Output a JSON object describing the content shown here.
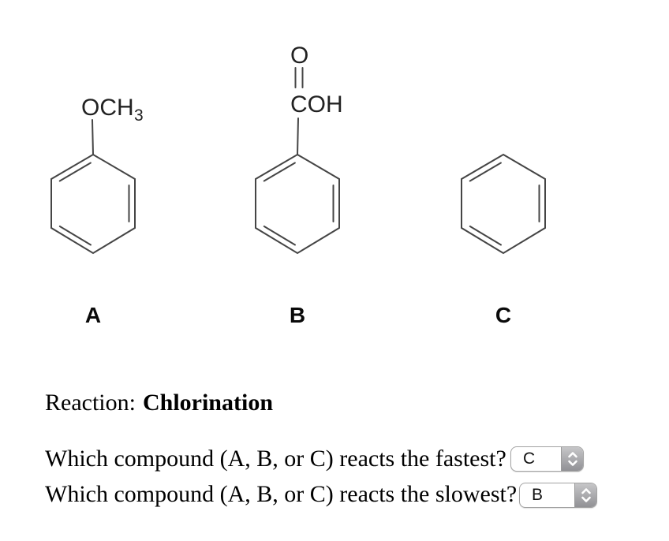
{
  "molecules": [
    {
      "id": "A",
      "label": "A",
      "name": "anisole",
      "substituent": {
        "main": "OCH",
        "sub": "3"
      }
    },
    {
      "id": "B",
      "label": "B",
      "name": "benzoic-acid",
      "carbonyl_oxygen": "O",
      "group": "COH"
    },
    {
      "id": "C",
      "label": "C",
      "name": "benzene"
    }
  ],
  "reaction": {
    "prefix": "Reaction:",
    "name": "Chlorination"
  },
  "questions": [
    {
      "text": "Which compound (A, B, or C) reacts the fastest?",
      "selected": "C"
    },
    {
      "text": "Which compound (A, B, or C) reacts the slowest?",
      "selected": "B"
    }
  ],
  "icons": {
    "select_stepper": "up-down-chevrons"
  },
  "colors": {
    "structure_line": "#454545",
    "chem_text": "#222222",
    "body_text": "#000000",
    "select_border": "#a3a3a3",
    "stepper_gradient_top": "#c6c6c8",
    "stepper_gradient_bottom": "#919195"
  }
}
